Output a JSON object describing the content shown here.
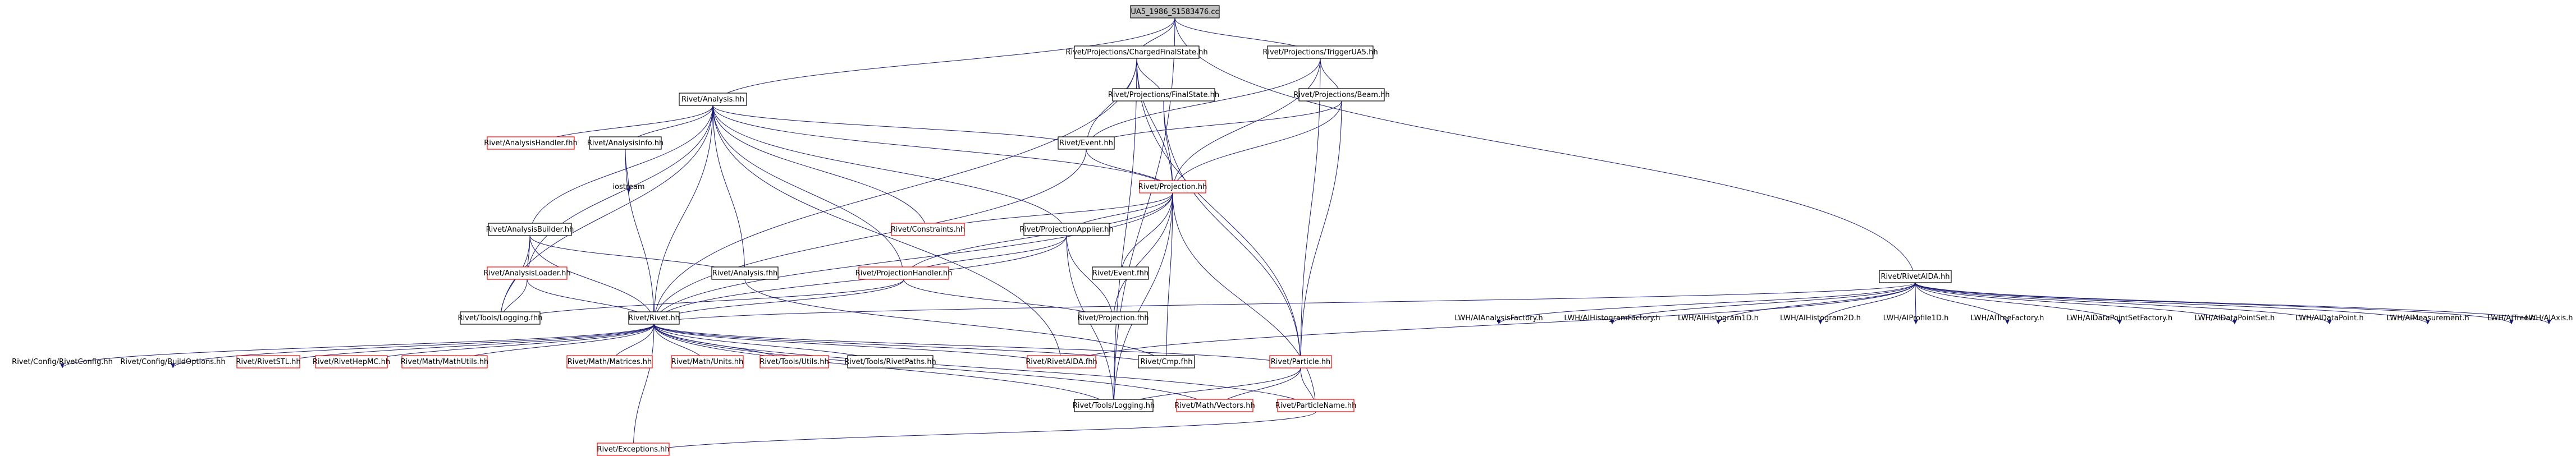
{
  "colors": {
    "edge": "#191970",
    "black_border": "#000000",
    "red_border": "#ff0000",
    "root_fill": "#bfbfbf",
    "node_fill": "#ffffff",
    "text": "#000000"
  },
  "nodes": [
    {
      "id": "root",
      "label": "UA5_1986_S1583476.cc",
      "style": "root"
    },
    {
      "id": "charged",
      "label": "Rivet/Projections/ChargedFinalState.hh",
      "style": "black"
    },
    {
      "id": "trigger",
      "label": "Rivet/Projections/TriggerUA5.hh",
      "style": "black"
    },
    {
      "id": "analysis",
      "label": "Rivet/Analysis.hh",
      "style": "black"
    },
    {
      "id": "finalstate",
      "label": "Rivet/Projections/FinalState.hh",
      "style": "black"
    },
    {
      "id": "beam",
      "label": "Rivet/Projections/Beam.hh",
      "style": "black"
    },
    {
      "id": "handlerfhh",
      "label": "Rivet/AnalysisHandler.fhh",
      "style": "red"
    },
    {
      "id": "info",
      "label": "Rivet/AnalysisInfo.hh",
      "style": "black"
    },
    {
      "id": "event",
      "label": "Rivet/Event.hh",
      "style": "black"
    },
    {
      "id": "iostream",
      "label": "iostream",
      "style": "none"
    },
    {
      "id": "projection",
      "label": "Rivet/Projection.hh",
      "style": "red"
    },
    {
      "id": "builder",
      "label": "Rivet/AnalysisBuilder.hh",
      "style": "black"
    },
    {
      "id": "constraints",
      "label": "Rivet/Constraints.hh",
      "style": "red"
    },
    {
      "id": "applier",
      "label": "Rivet/ProjectionApplier.hh",
      "style": "black"
    },
    {
      "id": "loader",
      "label": "Rivet/AnalysisLoader.hh",
      "style": "red"
    },
    {
      "id": "analysisfhh",
      "label": "Rivet/Analysis.fhh",
      "style": "black"
    },
    {
      "id": "eventfhh",
      "label": "Rivet/Event.fhh",
      "style": "black"
    },
    {
      "id": "projhandler",
      "label": "Rivet/ProjectionHandler.hh",
      "style": "red"
    },
    {
      "id": "loggingfhh",
      "label": "Rivet/Tools/Logging.fhh",
      "style": "black"
    },
    {
      "id": "rivet",
      "label": "Rivet/Rivet.hh",
      "style": "black"
    },
    {
      "id": "projfhh",
      "label": "Rivet/Projection.fhh",
      "style": "black"
    },
    {
      "id": "rivetconfig",
      "label": "Rivet/Config/RivetConfig.hh",
      "style": "none"
    },
    {
      "id": "buildopts",
      "label": "Rivet/Config/BuildOptions.hh",
      "style": "none"
    },
    {
      "id": "rivetstl",
      "label": "Rivet/RivetSTL.hh",
      "style": "red"
    },
    {
      "id": "hepmc",
      "label": "Rivet/RivetHepMC.hh",
      "style": "red"
    },
    {
      "id": "mathutils",
      "label": "Rivet/Math/MathUtils.hh",
      "style": "red"
    },
    {
      "id": "matrices",
      "label": "Rivet/Math/Matrices.hh",
      "style": "red"
    },
    {
      "id": "units",
      "label": "Rivet/Math/Units.hh",
      "style": "red"
    },
    {
      "id": "utils",
      "label": "Rivet/Tools/Utils.hh",
      "style": "red"
    },
    {
      "id": "paths",
      "label": "Rivet/Tools/RivetPaths.hh",
      "style": "black"
    },
    {
      "id": "aidafhh",
      "label": "Rivet/RivetAIDA.fhh",
      "style": "red"
    },
    {
      "id": "cmp",
      "label": "Rivet/Cmp.fhh",
      "style": "black"
    },
    {
      "id": "particle",
      "label": "Rivet/Particle.hh",
      "style": "red"
    },
    {
      "id": "logging",
      "label": "Rivet/Tools/Logging.hh",
      "style": "black"
    },
    {
      "id": "vectors",
      "label": "Rivet/Math/Vectors.hh",
      "style": "red"
    },
    {
      "id": "particlename",
      "label": "Rivet/ParticleName.hh",
      "style": "red"
    },
    {
      "id": "exceptions",
      "label": "Rivet/Exceptions.hh",
      "style": "red"
    },
    {
      "id": "aidahh",
      "label": "Rivet/RivetAIDA.hh",
      "style": "black"
    },
    {
      "id": "l1",
      "label": "LWH/AIAnalysisFactory.h",
      "style": "none"
    },
    {
      "id": "l2",
      "label": "LWH/AIHistogramFactory.h",
      "style": "none"
    },
    {
      "id": "l3",
      "label": "LWH/AIHistogram1D.h",
      "style": "none"
    },
    {
      "id": "l4",
      "label": "LWH/AIHistogram2D.h",
      "style": "none"
    },
    {
      "id": "l5",
      "label": "LWH/AIProfile1D.h",
      "style": "none"
    },
    {
      "id": "l6",
      "label": "LWH/AITreeFactory.h",
      "style": "none"
    },
    {
      "id": "l7",
      "label": "LWH/AIDataPointSetFactory.h",
      "style": "none"
    },
    {
      "id": "l8",
      "label": "LWH/AIDataPointSet.h",
      "style": "none"
    },
    {
      "id": "l9",
      "label": "LWH/AIDataPoint.h",
      "style": "none"
    },
    {
      "id": "l10",
      "label": "LWH/AIMeasurement.h",
      "style": "none"
    },
    {
      "id": "l11",
      "label": "LWH/AITree.h",
      "style": "none"
    },
    {
      "id": "l12",
      "label": "LWH/AIAxis.h",
      "style": "none"
    }
  ],
  "edges": [
    [
      "root",
      "charged"
    ],
    [
      "root",
      "trigger"
    ],
    [
      "root",
      "analysis"
    ],
    [
      "root",
      "aidahh"
    ],
    [
      "root",
      "logging"
    ],
    [
      "charged",
      "finalstate"
    ],
    [
      "charged",
      "event"
    ],
    [
      "charged",
      "projection"
    ],
    [
      "charged",
      "rivet"
    ],
    [
      "charged",
      "particle"
    ],
    [
      "charged",
      "logging"
    ],
    [
      "trigger",
      "beam"
    ],
    [
      "trigger",
      "event"
    ],
    [
      "trigger",
      "projection"
    ],
    [
      "trigger",
      "particle"
    ],
    [
      "analysis",
      "handlerfhh"
    ],
    [
      "analysis",
      "info"
    ],
    [
      "analysis",
      "event"
    ],
    [
      "analysis",
      "projection"
    ],
    [
      "analysis",
      "builder"
    ],
    [
      "analysis",
      "constraints"
    ],
    [
      "analysis",
      "applier"
    ],
    [
      "analysis",
      "loader"
    ],
    [
      "analysis",
      "analysisfhh"
    ],
    [
      "analysis",
      "projhandler"
    ],
    [
      "analysis",
      "loggingfhh"
    ],
    [
      "analysis",
      "rivet"
    ],
    [
      "analysis",
      "aidafhh"
    ],
    [
      "finalstate",
      "projection"
    ],
    [
      "finalstate",
      "particle"
    ],
    [
      "beam",
      "projection"
    ],
    [
      "beam",
      "event"
    ],
    [
      "beam",
      "particle"
    ],
    [
      "info",
      "iostream"
    ],
    [
      "info",
      "rivet"
    ],
    [
      "event",
      "projection"
    ],
    [
      "event",
      "rivet"
    ],
    [
      "projection",
      "constraints"
    ],
    [
      "projection",
      "applier"
    ],
    [
      "projection",
      "eventfhh"
    ],
    [
      "projection",
      "projhandler"
    ],
    [
      "projection",
      "projfhh"
    ],
    [
      "projection",
      "rivet"
    ],
    [
      "projection",
      "cmp"
    ],
    [
      "projection",
      "particlename"
    ],
    [
      "projection",
      "logging"
    ],
    [
      "builder",
      "loader"
    ],
    [
      "builder",
      "analysisfhh"
    ],
    [
      "builder",
      "loggingfhh"
    ],
    [
      "builder",
      "rivet"
    ],
    [
      "loader",
      "loggingfhh"
    ],
    [
      "loader",
      "rivet"
    ],
    [
      "analysisfhh",
      "cmp"
    ],
    [
      "applier",
      "projhandler"
    ],
    [
      "applier",
      "projfhh"
    ],
    [
      "applier",
      "rivet"
    ],
    [
      "applier",
      "logging"
    ],
    [
      "projhandler",
      "projfhh"
    ],
    [
      "projhandler",
      "rivet"
    ],
    [
      "projhandler",
      "loggingfhh"
    ],
    [
      "rivet",
      "rivetconfig"
    ],
    [
      "rivet",
      "buildopts"
    ],
    [
      "rivet",
      "rivetstl"
    ],
    [
      "rivet",
      "hepmc"
    ],
    [
      "rivet",
      "mathutils"
    ],
    [
      "rivet",
      "matrices"
    ],
    [
      "rivet",
      "units"
    ],
    [
      "rivet",
      "utils"
    ],
    [
      "rivet",
      "paths"
    ],
    [
      "rivet",
      "aidafhh"
    ],
    [
      "rivet",
      "cmp"
    ],
    [
      "rivet",
      "particle"
    ],
    [
      "rivet",
      "logging"
    ],
    [
      "rivet",
      "vectors"
    ],
    [
      "rivet",
      "particlename"
    ],
    [
      "rivet",
      "exceptions"
    ],
    [
      "particle",
      "logging"
    ],
    [
      "particle",
      "vectors"
    ],
    [
      "particle",
      "particlename"
    ],
    [
      "particlename",
      "exceptions"
    ],
    [
      "aidahh",
      "rivet"
    ],
    [
      "aidahh",
      "aidafhh"
    ],
    [
      "aidahh",
      "l1"
    ],
    [
      "aidahh",
      "l2"
    ],
    [
      "aidahh",
      "l3"
    ],
    [
      "aidahh",
      "l4"
    ],
    [
      "aidahh",
      "l5"
    ],
    [
      "aidahh",
      "l6"
    ],
    [
      "aidahh",
      "l7"
    ],
    [
      "aidahh",
      "l8"
    ],
    [
      "aidahh",
      "l9"
    ],
    [
      "aidahh",
      "l10"
    ],
    [
      "aidahh",
      "l11"
    ],
    [
      "aidahh",
      "l12"
    ]
  ]
}
